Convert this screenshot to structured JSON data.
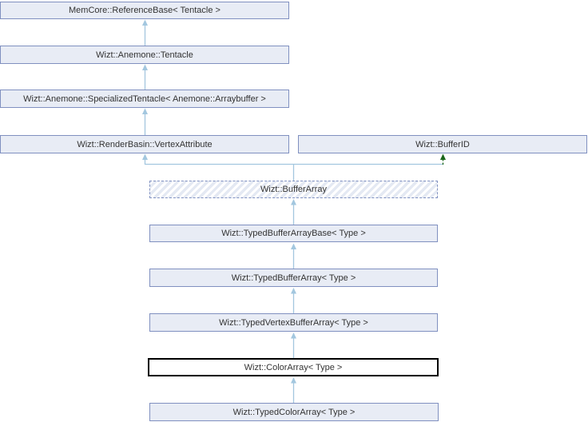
{
  "diagram": {
    "kind": "class-inheritance-diagram",
    "nodes": [
      {
        "label": "MemCore::ReferenceBase< Tentacle >",
        "style": "normal"
      },
      {
        "label": "Wizt::Anemone::Tentacle",
        "style": "normal"
      },
      {
        "label": "Wizt::Anemone::SpecializedTentacle< Anemone::Arraybuffer >",
        "style": "normal"
      },
      {
        "label": "Wizt::RenderBasin::VertexAttribute",
        "style": "normal"
      },
      {
        "label": "Wizt::BufferID",
        "style": "normal"
      },
      {
        "label": "Wizt::BufferArray",
        "style": "hatched-dashed"
      },
      {
        "label": "Wizt::TypedBufferArrayBase< Type >",
        "style": "normal"
      },
      {
        "label": "Wizt::TypedBufferArray< Type >",
        "style": "normal"
      },
      {
        "label": "Wizt::TypedVertexBufferArray< Type >",
        "style": "normal"
      },
      {
        "label": "Wizt::ColorArray< Type >",
        "style": "current-black-border"
      },
      {
        "label": "Wizt::TypedColorArray< Type >",
        "style": "normal"
      }
    ],
    "edges": [
      {
        "from": "Wizt::Anemone::Tentacle",
        "to": "MemCore::ReferenceBase< Tentacle >",
        "type": "public-solid"
      },
      {
        "from": "Wizt::Anemone::SpecializedTentacle< Anemone::Arraybuffer >",
        "to": "Wizt::Anemone::Tentacle",
        "type": "public-solid"
      },
      {
        "from": "Wizt::RenderBasin::VertexAttribute",
        "to": "Wizt::Anemone::SpecializedTentacle< Anemone::Arraybuffer >",
        "type": "public-solid"
      },
      {
        "from": "Wizt::BufferArray",
        "to": "Wizt::RenderBasin::VertexAttribute",
        "type": "public-solid"
      },
      {
        "from": "Wizt::BufferArray",
        "to": "Wizt::BufferID",
        "type": "protected-dashed-green"
      },
      {
        "from": "Wizt::TypedBufferArrayBase< Type >",
        "to": "Wizt::BufferArray",
        "type": "public-solid"
      },
      {
        "from": "Wizt::TypedBufferArray< Type >",
        "to": "Wizt::TypedBufferArrayBase< Type >",
        "type": "public-solid"
      },
      {
        "from": "Wizt::TypedVertexBufferArray< Type >",
        "to": "Wizt::TypedBufferArray< Type >",
        "type": "public-solid"
      },
      {
        "from": "Wizt::ColorArray< Type >",
        "to": "Wizt::TypedVertexBufferArray< Type >",
        "type": "public-solid"
      },
      {
        "from": "Wizt::TypedColorArray< Type >",
        "to": "Wizt::ColorArray< Type >",
        "type": "public-solid"
      }
    ],
    "colors": {
      "background": "#ffffff",
      "node_fill": "#e8ecf5",
      "node_border": "#8090c0",
      "hatch_stripe": "#e4e9f3",
      "current_node_border": "#000000",
      "current_node_fill": "#ffffff",
      "inheritance_arrow": "#a3c7df",
      "protected_arrow": "#1a661a",
      "text": "#333333"
    }
  }
}
